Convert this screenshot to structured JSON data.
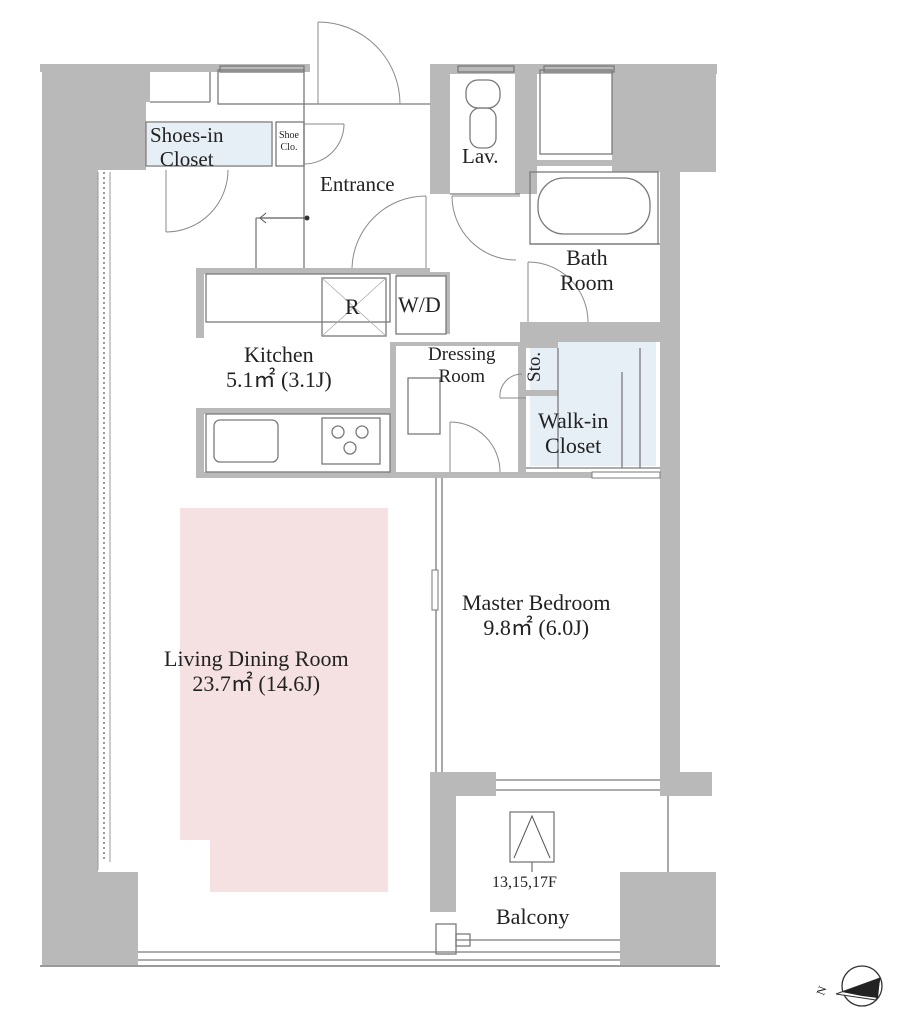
{
  "rooms": {
    "shoes_in_closet": {
      "line1": "Shoes-in",
      "line2": "Closet"
    },
    "shoe_clo": {
      "line1": "Shoe",
      "line2": "Clo."
    },
    "entrance": "Entrance",
    "lav": "Lav.",
    "bath_room": {
      "line1": "Bath",
      "line2": "Room"
    },
    "refrigerator": "R",
    "washer_dryer": "W/D",
    "kitchen": {
      "name": "Kitchen",
      "area": "5.1㎡ (3.1J)"
    },
    "dressing_room": {
      "line1": "Dressing",
      "line2": "Room"
    },
    "storage": "Sto.",
    "walk_in_closet": {
      "line1": "Walk-in",
      "line2": "Closet"
    },
    "master_bedroom": {
      "name": "Master Bedroom",
      "area": "9.8㎡ (6.0J)"
    },
    "living_dining_room": {
      "name": "Living Dining Room",
      "area": "23.7㎡ (14.6J)"
    },
    "balcony": "Balcony"
  },
  "floors_note": "13,15,17F",
  "compass": {
    "letter": "N"
  },
  "colors": {
    "wall": "#b9b9b9",
    "closet_fill": "#e6eef6",
    "living_highlight": "#f5e1e1",
    "line": "#7a7a7a"
  }
}
